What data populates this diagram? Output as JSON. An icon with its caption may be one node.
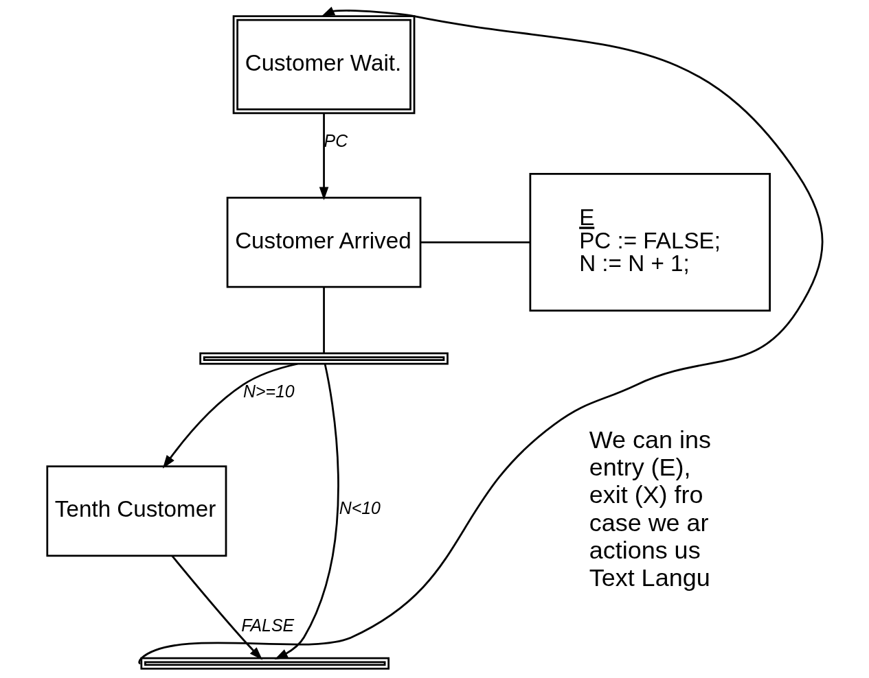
{
  "diagram": {
    "nodes": [
      {
        "text": [
          "Customer Wait."
        ]
      },
      {
        "text": [
          "Customer Arrived"
        ]
      },
      {
        "text": [
          "E",
          "PC := FALSE;",
          "N := N + 1;"
        ]
      },
      {
        "text": [],
        "shape": "bar"
      },
      {
        "text": [
          "Tenth Customer"
        ]
      },
      {
        "text": [],
        "shape": "bar"
      }
    ],
    "edges": [
      {
        "from": 5,
        "to": 0,
        "arrow": "to"
      },
      {
        "from": 0,
        "to": 1,
        "arrow": "to",
        "label": "PC"
      },
      {
        "from": 1,
        "to": 2,
        "arrow": "none"
      },
      {
        "from": 1,
        "to": 3,
        "arrow": "none"
      },
      {
        "from": 3,
        "to": 4,
        "arrow": "to",
        "label": "N>=10"
      },
      {
        "from": 3,
        "to": 5,
        "arrow": "to",
        "label": "N<10"
      },
      {
        "from": 4,
        "to": 5,
        "arrow": "to",
        "label": "FALSE"
      }
    ],
    "labels": [
      "We can ins entry (E), exit (X) fro case we ar actions us Text Langu"
    ]
  }
}
